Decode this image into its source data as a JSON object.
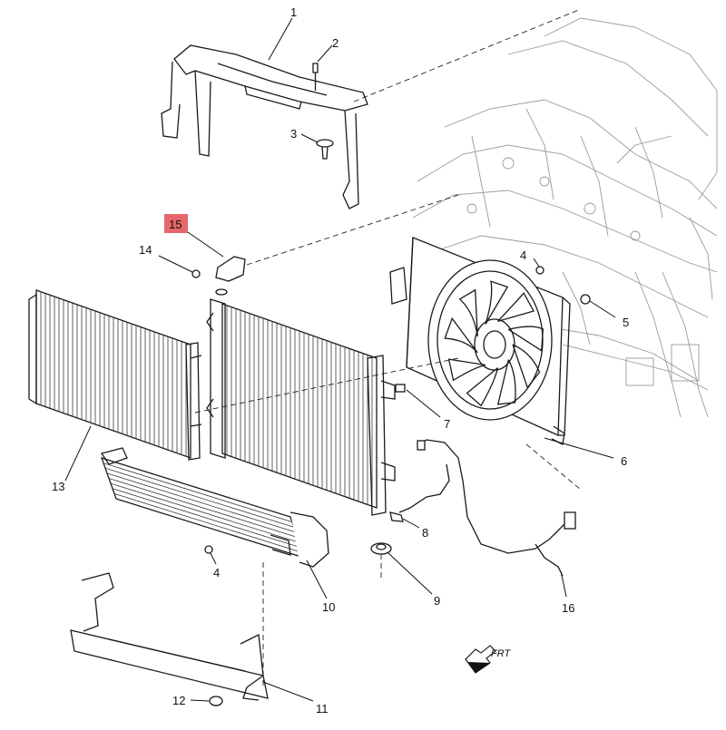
{
  "callouts": [
    {
      "id": "1",
      "text": "1"
    },
    {
      "id": "2",
      "text": "2"
    },
    {
      "id": "3",
      "text": "3"
    },
    {
      "id": "4a",
      "text": "4"
    },
    {
      "id": "4b",
      "text": "4"
    },
    {
      "id": "5",
      "text": "5"
    },
    {
      "id": "6",
      "text": "6"
    },
    {
      "id": "7",
      "text": "7"
    },
    {
      "id": "8",
      "text": "8"
    },
    {
      "id": "9",
      "text": "9"
    },
    {
      "id": "10",
      "text": "10"
    },
    {
      "id": "11",
      "text": "11"
    },
    {
      "id": "12",
      "text": "12"
    },
    {
      "id": "13",
      "text": "13"
    },
    {
      "id": "14",
      "text": "14"
    },
    {
      "id": "15",
      "text": "15"
    },
    {
      "id": "16",
      "text": "16"
    }
  ],
  "highlighted_callout": "15",
  "highlight_color": "#e8676b",
  "direction_marker": {
    "text": "FRT",
    "icon": "arrow-front-icon"
  }
}
